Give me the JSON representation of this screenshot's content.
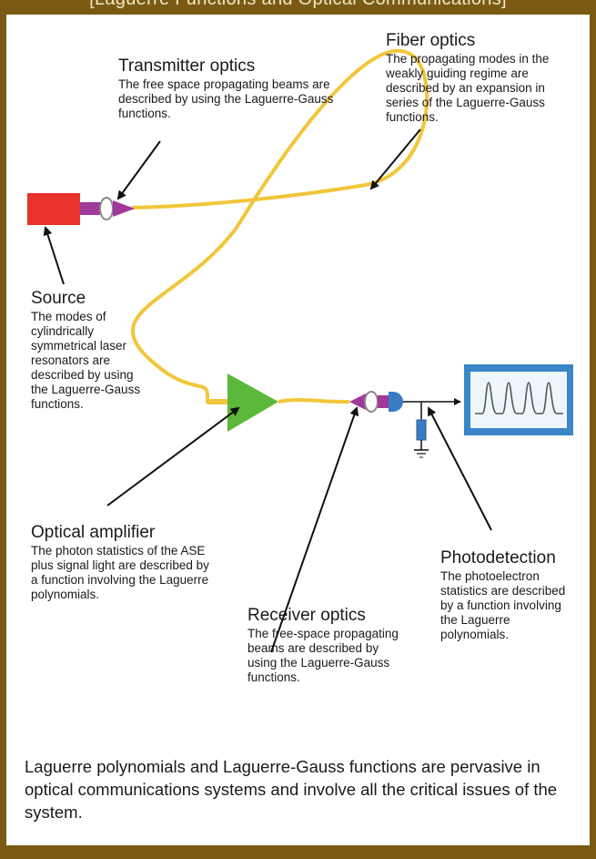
{
  "header": {
    "text": "[Laguerre Functions and Optical Communications]"
  },
  "labels": {
    "fiber": {
      "heading": "Fiber optics",
      "desc": "The propagating modes in the weakly guiding regime are described by an expansion in series of the Laguerre-Gauss functions."
    },
    "transmitter": {
      "heading": "Transmitter optics",
      "desc": "The free space propagating beams are described by using the Laguerre-Gauss functions."
    },
    "source": {
      "heading": "Source",
      "desc": "The modes of cylindrically symmetrical laser resonators are described by using the Laguerre-Gauss functions."
    },
    "amplifier": {
      "heading": "Optical amplifier",
      "desc": "The photon statistics of the ASE plus signal light are described by a function involving the Laguerre polynomials."
    },
    "receiver": {
      "heading": "Receiver optics",
      "desc": "The free-space propagating beams are described by using the Laguerre-Gauss functions."
    },
    "photodetection": {
      "heading": "Photodetection",
      "desc": "The photoelectron statistics are described by a function involving the Laguerre polynomials."
    }
  },
  "caption": "Laguerre polynomials and Laguerre-Gauss functions are pervasive in optical communications systems and involve all the critical issues of the system.",
  "colors": {
    "frame": "#7a5a12",
    "source": "#e8322b",
    "connector": "#a0399a",
    "fiber": "#f2c63a",
    "amplifier": "#5cb83a",
    "photodetector": "#3a7cc4",
    "oscilloscope": "#3a86c8"
  }
}
